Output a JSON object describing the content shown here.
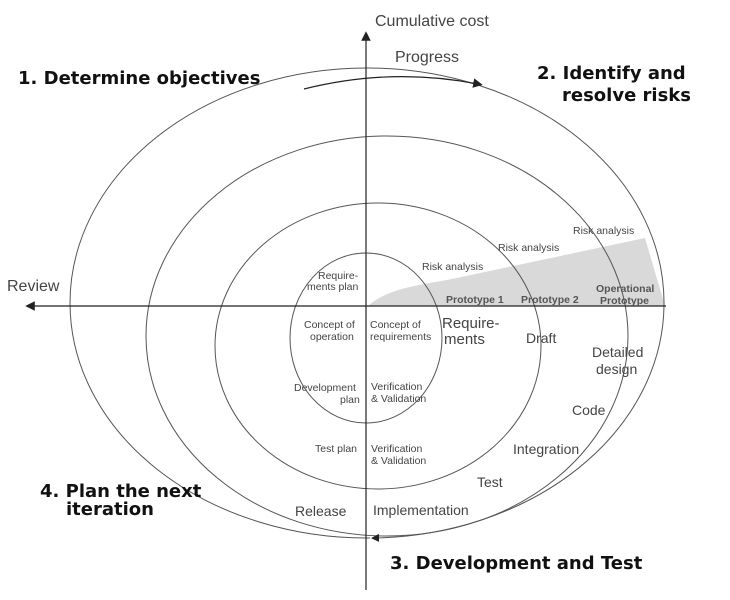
{
  "axes": {
    "vertical_label": "Cumulative cost",
    "horizontal_label": "Review",
    "progress_label": "Progress"
  },
  "quadrants": {
    "q1": "1. Determine objectives",
    "q2_line1": "2. Identify and",
    "q2_line2": "resolve risks",
    "q3": "3. Development and Test",
    "q4_line1": "4. Plan the next",
    "q4_line2": "iteration"
  },
  "risk_analysis": [
    "Risk analysis",
    "Risk analysis",
    "Risk analysis"
  ],
  "prototypes": {
    "p1": "Prototype 1",
    "p2": "Prototype 2",
    "op_line1": "Operational",
    "op_line2": "Prototype"
  },
  "plans": {
    "requirements_plan_line1": "Require-",
    "requirements_plan_line2": "ments plan",
    "concept_of_operation_line1": "Concept of",
    "concept_of_operation_line2": "operation",
    "development_plan_line1": "Development",
    "development_plan_line2": "plan",
    "test_plan": "Test plan",
    "release": "Release"
  },
  "development": {
    "concept_req_line1": "Concept of",
    "concept_req_line2": "requirements",
    "requirements_line1": "Require-",
    "requirements_line2": "ments",
    "draft": "Draft",
    "detailed_design_line1": "Detailed",
    "detailed_design_line2": "design",
    "code": "Code",
    "integration": "Integration",
    "test": "Test",
    "implementation": "Implementation"
  },
  "verification": [
    {
      "line1": "Verification",
      "line2": "& Validation"
    },
    {
      "line1": "Verification",
      "line2": "& Validation"
    }
  ],
  "colors": {
    "line": "#555555",
    "axis": "#222222",
    "shading": "#d9d9d9",
    "quadrant_text": "#111111"
  }
}
